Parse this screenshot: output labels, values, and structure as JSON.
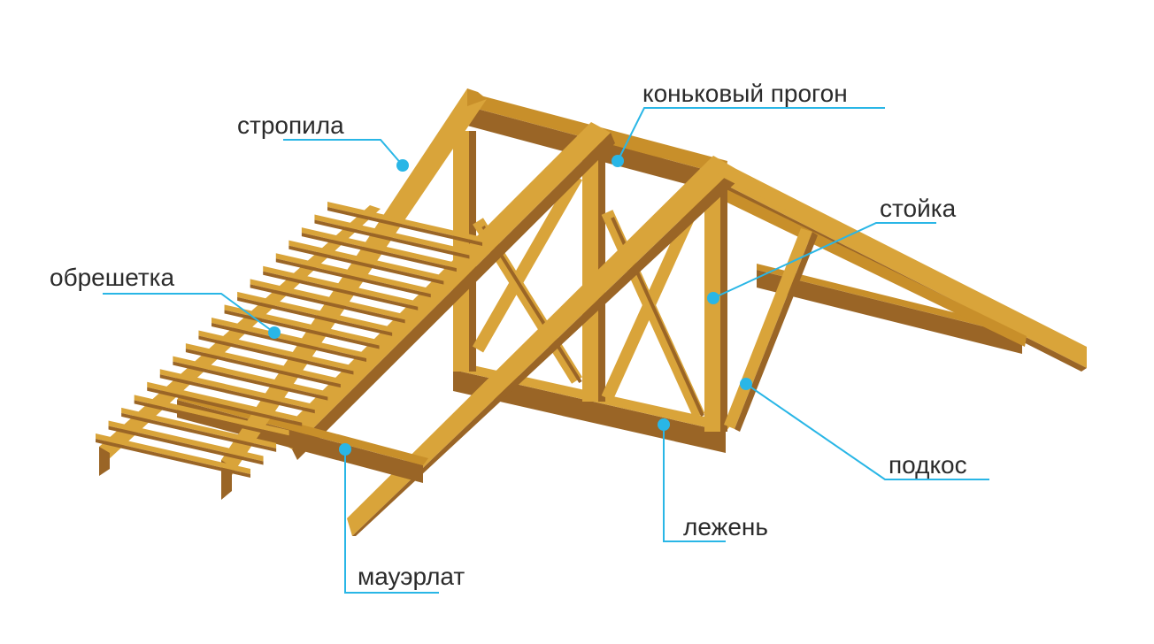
{
  "labels": {
    "rafters": "стропила",
    "ridge_purlin": "коньковый прогон",
    "post": "стойка",
    "lathing": "обрешетка",
    "brace": "подкос",
    "sill_beam": "лежень",
    "mauerlat": "мауэрлат"
  },
  "colors": {
    "wood_light": "#d9a43a",
    "wood_face": "#c88f2a",
    "wood_dark": "#9a6526",
    "wood_shadow": "#7d4f1c",
    "callout": "#29b6e6",
    "text": "#2b2b2b"
  }
}
